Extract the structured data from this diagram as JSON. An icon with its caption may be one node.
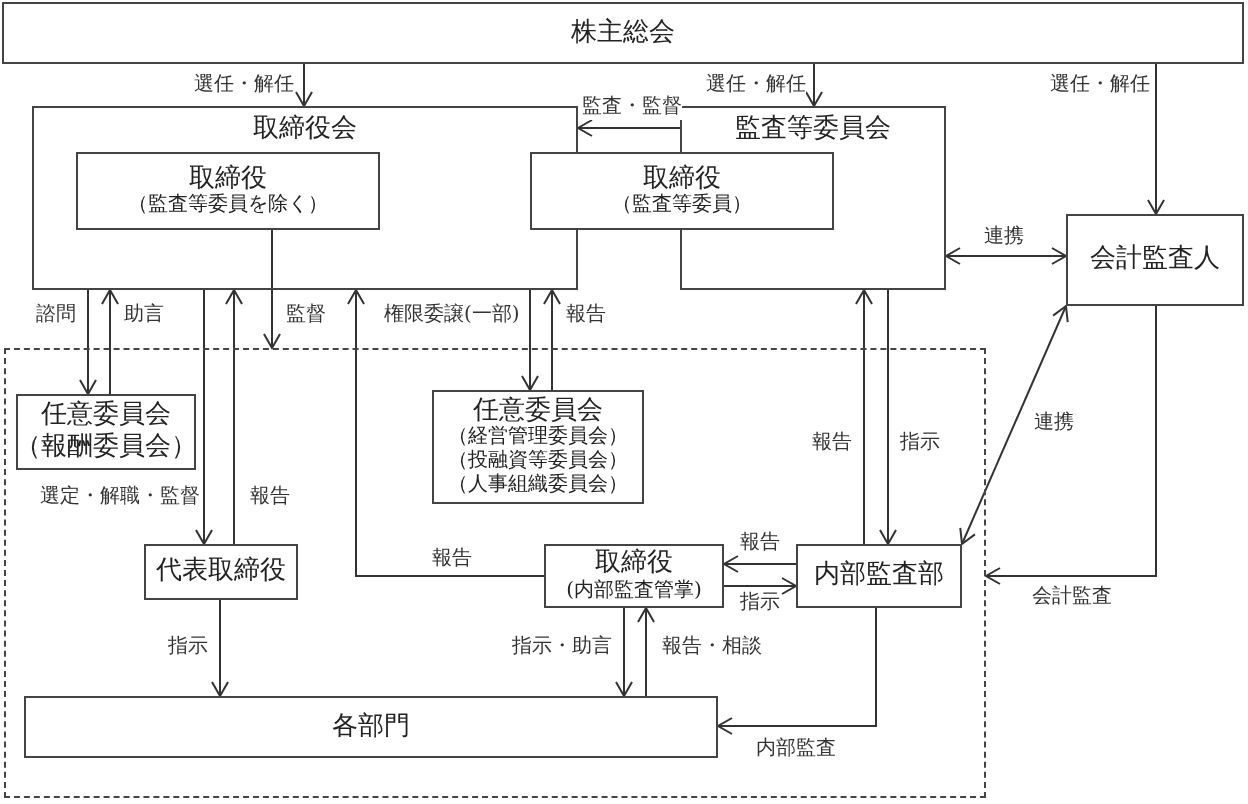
{
  "diagram": {
    "nodes": [
      {
        "text": [
          "株主総会"
        ]
      },
      {
        "text": [
          "取締役会"
        ]
      },
      {
        "text": [
          "取締役",
          "（監査等委員を除く）"
        ],
        "in": 1
      },
      {
        "text": [
          "監査等委員会"
        ]
      },
      {
        "text": [
          "取締役",
          "（監査等委員）"
        ]
      },
      {
        "text": [
          "会計監査人"
        ]
      },
      {
        "text": [],
        "shape": "box"
      },
      {
        "text": [
          "任意委員会",
          "（報酬委員会）"
        ],
        "in": 6
      },
      {
        "text": [
          "任意委員会",
          "（経営管理委員会）",
          "（投融資等委員会）",
          "（人事組織委員会）"
        ],
        "in": 6
      },
      {
        "text": [
          "代表取締役"
        ],
        "in": 6
      },
      {
        "text": [
          "取締役",
          "(内部監査管掌)"
        ],
        "in": 6
      },
      {
        "text": [
          "内部監査部"
        ],
        "in": 6
      },
      {
        "text": [
          "各部門"
        ],
        "in": 6
      }
    ],
    "edges": [
      {
        "from": 0,
        "to": 1,
        "arrow": "to",
        "label": "選任・解任"
      },
      {
        "from": 0,
        "to": 3,
        "arrow": "to",
        "label": "選任・解任"
      },
      {
        "from": 0,
        "to": 5,
        "arrow": "to",
        "label": "選任・解任"
      },
      {
        "from": 3,
        "to": 1,
        "arrow": "to",
        "label": "監査・監督"
      },
      {
        "from": 3,
        "to": 5,
        "arrow": "both",
        "label": "連携"
      },
      {
        "from": 1,
        "to": 7,
        "arrow": "to",
        "label": "諮問"
      },
      {
        "from": 7,
        "to": 1,
        "arrow": "to",
        "label": "助言"
      },
      {
        "from": 1,
        "to": 9,
        "arrow": "to",
        "label": "選定・解職・監督"
      },
      {
        "from": 9,
        "to": 1,
        "arrow": "to",
        "label": "報告"
      },
      {
        "from": 2,
        "to": 6,
        "arrow": "to",
        "label": "監督"
      },
      {
        "from": 10,
        "to": 1,
        "arrow": "to",
        "label": "報告"
      },
      {
        "from": 1,
        "to": 8,
        "arrow": "to",
        "label": "権限委譲(一部)"
      },
      {
        "from": 8,
        "to": 1,
        "arrow": "to",
        "label": "報告"
      },
      {
        "from": 11,
        "to": 3,
        "arrow": "to",
        "label": "報告"
      },
      {
        "from": 3,
        "to": 11,
        "arrow": "to",
        "label": "指示"
      },
      {
        "from": 11,
        "to": 5,
        "arrow": "both",
        "label": "連携"
      },
      {
        "from": 5,
        "to": 6,
        "arrow": "to",
        "label": "会計監査"
      },
      {
        "from": 11,
        "to": 10,
        "arrow": "to",
        "label": "報告"
      },
      {
        "from": 10,
        "to": 11,
        "arrow": "to",
        "label": "指示"
      },
      {
        "from": 9,
        "to": 12,
        "arrow": "to",
        "label": "指示"
      },
      {
        "from": 10,
        "to": 12,
        "arrow": "to",
        "label": "指示・助言"
      },
      {
        "from": 12,
        "to": 10,
        "arrow": "to",
        "label": "報告・相談"
      },
      {
        "from": 11,
        "to": 12,
        "arrow": "to",
        "label": "内部監査"
      }
    ]
  }
}
